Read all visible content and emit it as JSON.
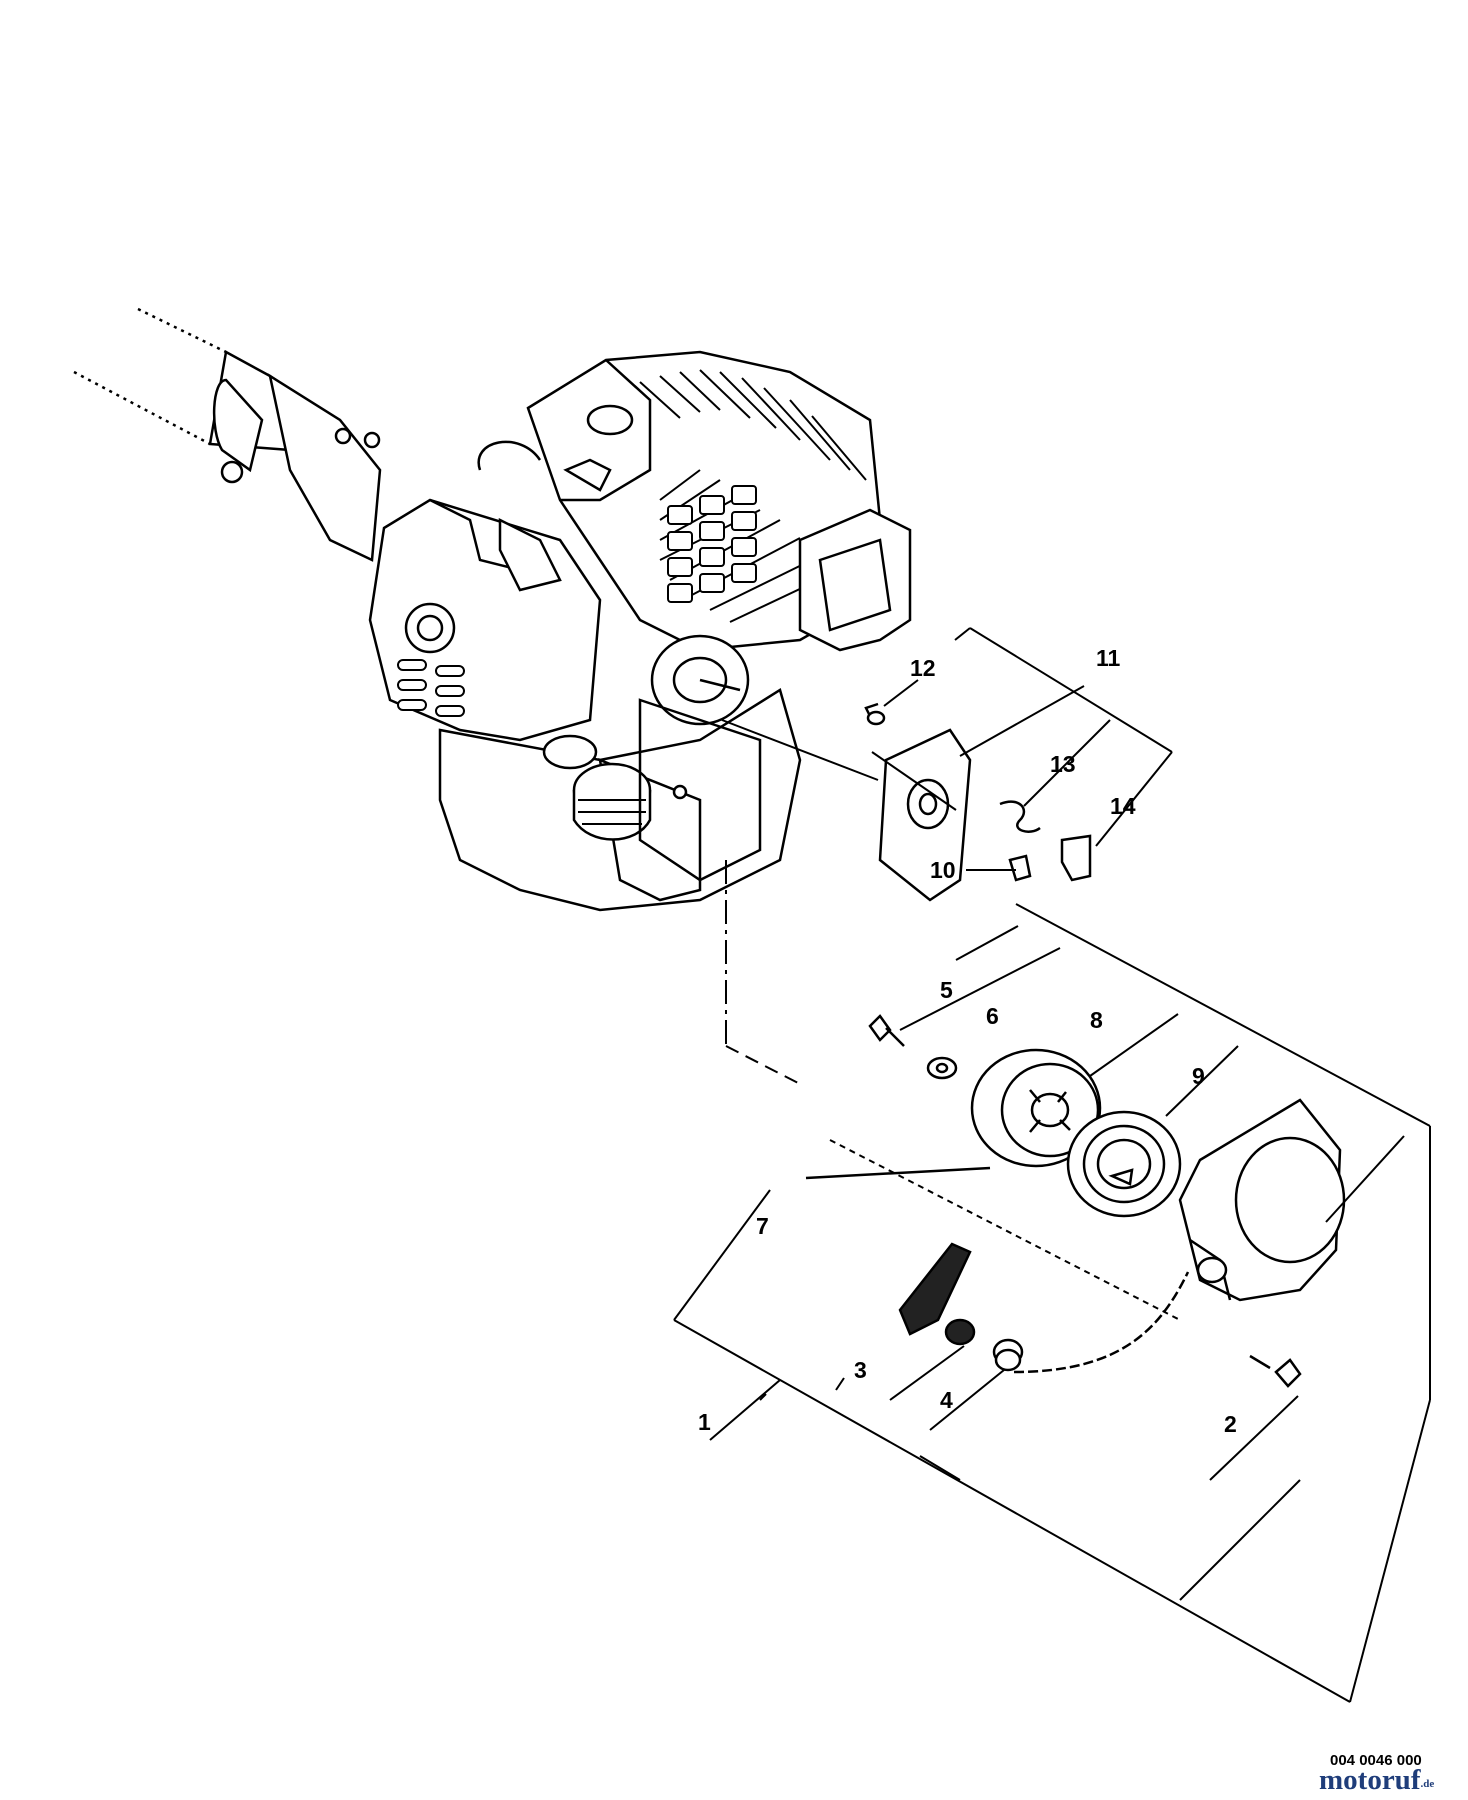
{
  "diagram": {
    "labels": [
      {
        "id": "1",
        "text": "1"
      },
      {
        "id": "2",
        "text": "2"
      },
      {
        "id": "3",
        "text": "3"
      },
      {
        "id": "4",
        "text": "4"
      },
      {
        "id": "5",
        "text": "5"
      },
      {
        "id": "6",
        "text": "6"
      },
      {
        "id": "7",
        "text": "7"
      },
      {
        "id": "8",
        "text": "8"
      },
      {
        "id": "9",
        "text": "9"
      },
      {
        "id": "10",
        "text": "10"
      },
      {
        "id": "11",
        "text": "11"
      },
      {
        "id": "12",
        "text": "12"
      },
      {
        "id": "13",
        "text": "13"
      },
      {
        "id": "14",
        "text": "14"
      }
    ],
    "reference_number": "004 0046 000",
    "watermark": {
      "text": "motoruf",
      "suffix": ".de"
    }
  },
  "colors": {
    "line": "#000000",
    "background": "#ffffff",
    "watermark": "#1f3d7a"
  }
}
